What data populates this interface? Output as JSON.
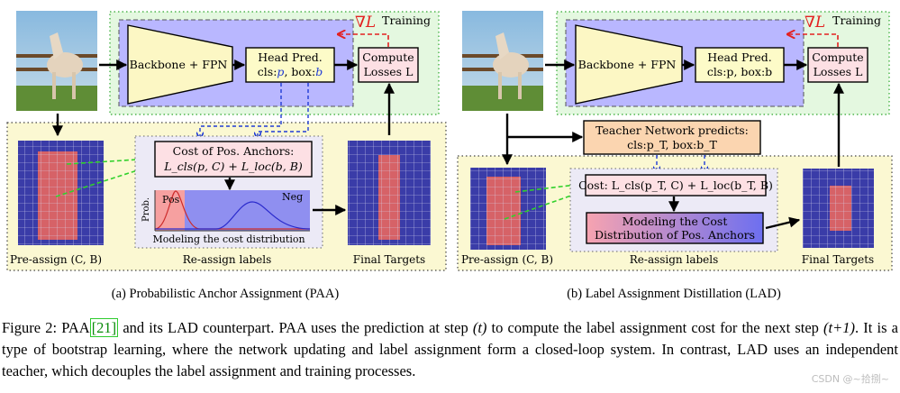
{
  "left": {
    "training": "Training",
    "grad": "∇L",
    "backbone": "Backbone + FPN",
    "head_title": "Head Pred.",
    "head_cls": "cls:",
    "head_cls_var": "p",
    "head_box": ", box:",
    "head_box_var": "b",
    "compute_1": "Compute",
    "compute_2": "Losses L",
    "cost_1": "Cost of Pos. Anchors:",
    "cost_2": "L_cls(p, C) + L_loc(b, B)",
    "prob": "Prob.",
    "pos": "Pos",
    "neg": "Neg",
    "model_label": "Modeling the cost distribution",
    "preassign": "Pre-assign (C, B)",
    "reassign": "Re-assign labels",
    "final": "Final Targets",
    "subcaption": "(a) Probabilistic Anchor Assignment (PAA)"
  },
  "right": {
    "training": "Training",
    "grad": "∇L",
    "backbone": "Backbone + FPN",
    "head_title": "Head Pred.",
    "head_line2": "cls:p, box:b",
    "compute_1": "Compute",
    "compute_2": "Losses L",
    "teacher_1": "Teacher Network predicts:",
    "teacher_2": "cls:p_T, box:b_T",
    "cost": "Cost: L_cls(p_T, C) + L_loc(b_T, B)",
    "model_1": "Modeling the Cost",
    "model_2": "Distribution of Pos. Anchors",
    "preassign": "Pre-assign (C, B)",
    "reassign": "Re-assign labels",
    "final": "Final Targets",
    "subcaption": "(b) Label Assignment Distillation (LAD)"
  },
  "caption": {
    "p1": "Figure 2: PAA",
    "ref": "[21]",
    "p2": " and its LAD counterpart. PAA uses the prediction at step ",
    "t": "(t)",
    "p3": " to compute the label assignment cost for the next step ",
    "t1": "(t+1)",
    "p4": ". It is a type of bootstrap learning, where the network updating and label assignment form a closed-loop system. In contrast, LAD uses an independent teacher, which decouples the label assignment and training processes."
  },
  "watermark": "CSDN @~拾捌~",
  "colors": {
    "training_bg": "#e4f8e0",
    "pipeline_bg": "#b9b7ff",
    "assign_bg": "#fbf8d2",
    "backbone_fill": "#fcf7c4",
    "head_fill": "#fdfbc8",
    "loss_fill": "#fde0e4",
    "teacher_fill": "#fbd5b0",
    "red_arrow": "#e32020",
    "blue_arrow": "#1f3bd6",
    "green_arrow": "#31d12c"
  }
}
